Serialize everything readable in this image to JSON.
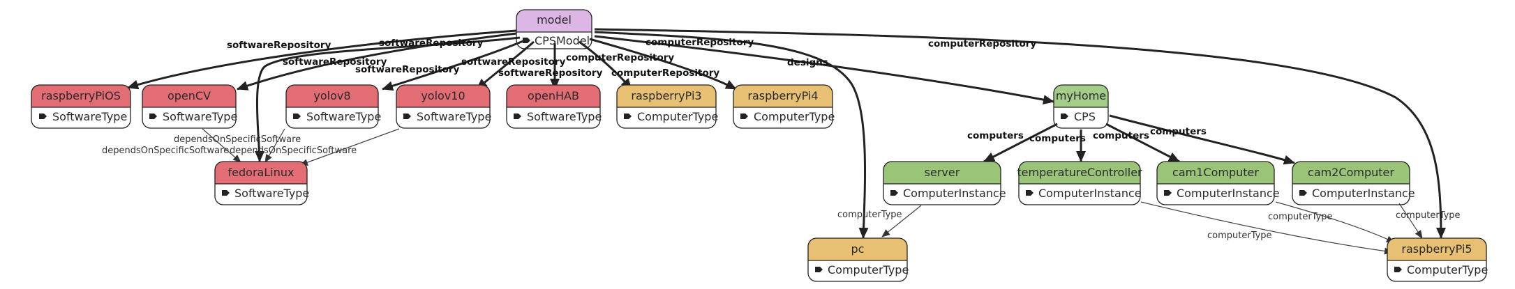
{
  "colors": {
    "model": "#dcb7e6",
    "software": "#e26d74",
    "computer_type": "#e8c074",
    "cps": "#a5cd8a",
    "instance": "#9ac578"
  },
  "icons": {
    "type_marker": "tag-icon"
  },
  "nodes": {
    "model": {
      "title": "model",
      "type": "CPSModel"
    },
    "raspberryPiOS": {
      "title": "raspberryPiOS",
      "type": "SoftwareType"
    },
    "openCV": {
      "title": "openCV",
      "type": "SoftwareType"
    },
    "yolov8": {
      "title": "yolov8",
      "type": "SoftwareType"
    },
    "yolov10": {
      "title": "yolov10",
      "type": "SoftwareType"
    },
    "openHAB": {
      "title": "openHAB",
      "type": "SoftwareType"
    },
    "raspberryPi3": {
      "title": "raspberryPi3",
      "type": "ComputerType"
    },
    "raspberryPi4": {
      "title": "raspberryPi4",
      "type": "ComputerType"
    },
    "myHome": {
      "title": "myHome",
      "type": "CPS"
    },
    "fedoraLinux": {
      "title": "fedoraLinux",
      "type": "SoftwareType"
    },
    "server": {
      "title": "server",
      "type": "ComputerInstance"
    },
    "temperatureController": {
      "title": "temperatureController",
      "type": "ComputerInstance"
    },
    "cam1Computer": {
      "title": "cam1Computer",
      "type": "ComputerInstance"
    },
    "cam2Computer": {
      "title": "cam2Computer",
      "type": "ComputerInstance"
    },
    "pc": {
      "title": "pc",
      "type": "ComputerType"
    },
    "raspberryPi5": {
      "title": "raspberryPi5",
      "type": "ComputerType"
    }
  },
  "edge_labels": {
    "softwareRepository": "softwareRepository",
    "computerRepository": "computerRepository",
    "designs": "designs",
    "computers": "computers",
    "dependsOnSpecificSoftware": "dependsOnSpecificSoftware",
    "computerType": "computerType"
  }
}
